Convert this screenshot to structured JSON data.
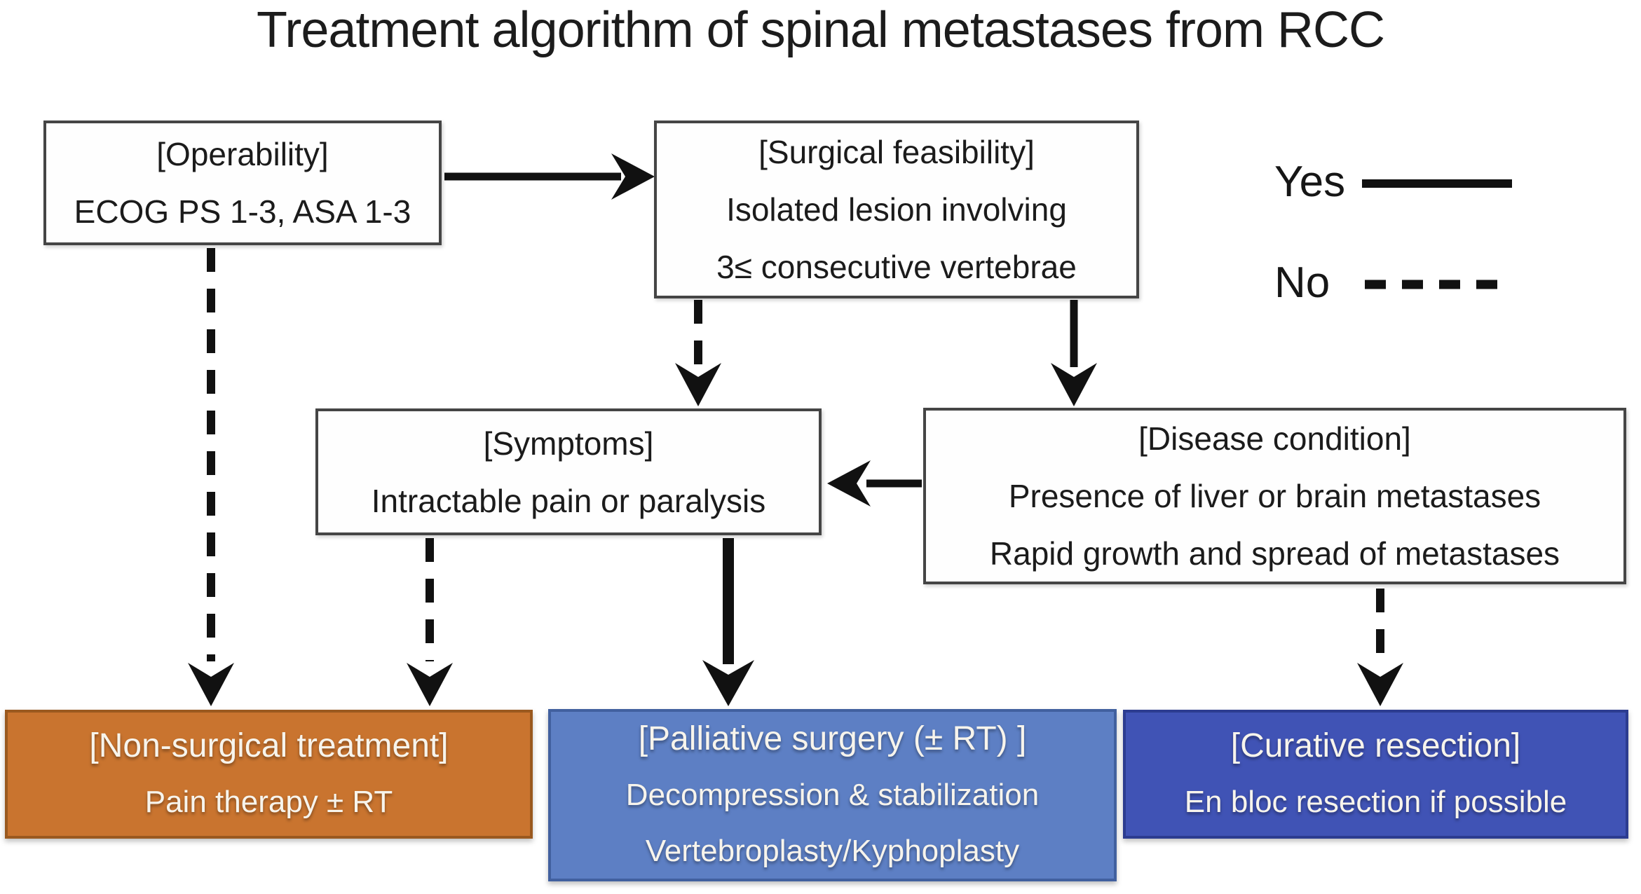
{
  "title": "Treatment algorithm of spinal metastases from RCC",
  "legend": {
    "yes_label": "Yes",
    "no_label": "No",
    "yes_style": "solid",
    "no_style": "dashed"
  },
  "nodes": {
    "operability": {
      "title": "[Operability]",
      "lines": [
        "ECOG PS 1-3, ASA 1-3"
      ]
    },
    "surgical_feasibility": {
      "title": "[Surgical feasibility]",
      "lines": [
        "Isolated lesion involving",
        "3≤ consecutive vertebrae"
      ]
    },
    "symptoms": {
      "title": "[Symptoms]",
      "lines": [
        "Intractable pain or paralysis"
      ]
    },
    "disease_condition": {
      "title": "[Disease condition]",
      "lines": [
        "Presence of liver or brain metastases",
        "Rapid growth and spread of metastases"
      ]
    },
    "non_surgical_treatment": {
      "title": "[Non-surgical treatment]",
      "lines": [
        "Pain therapy ± RT"
      ]
    },
    "palliative_surgery": {
      "title": "[Palliative surgery (± RT) ]",
      "lines": [
        "Decompression & stabilization",
        "Vertebroplasty/Kyphoplasty"
      ]
    },
    "curative_resection": {
      "title": "[Curative resection]",
      "lines": [
        "En bloc resection if possible"
      ]
    }
  },
  "edges": [
    {
      "from": "operability",
      "to": "surgical_feasibility",
      "answer": "yes",
      "line": "solid"
    },
    {
      "from": "operability",
      "to": "non_surgical_treatment",
      "answer": "no",
      "line": "dashed"
    },
    {
      "from": "surgical_feasibility",
      "to": "symptoms",
      "answer": "no",
      "line": "dashed"
    },
    {
      "from": "surgical_feasibility",
      "to": "disease_condition",
      "answer": "yes",
      "line": "solid"
    },
    {
      "from": "disease_condition",
      "to": "symptoms",
      "answer": "yes",
      "line": "solid"
    },
    {
      "from": "symptoms",
      "to": "non_surgical_treatment",
      "answer": "no",
      "line": "dashed"
    },
    {
      "from": "symptoms",
      "to": "palliative_surgery",
      "answer": "yes",
      "line": "solid"
    },
    {
      "from": "disease_condition",
      "to": "curative_resection",
      "answer": "no",
      "line": "dashed"
    }
  ],
  "colors": {
    "non_surgical_bg": "#c9742f",
    "palliative_bg": "#5d7fc4",
    "curative_bg": "#4053b5",
    "arrow": "#111111",
    "box_border": "#454545"
  }
}
